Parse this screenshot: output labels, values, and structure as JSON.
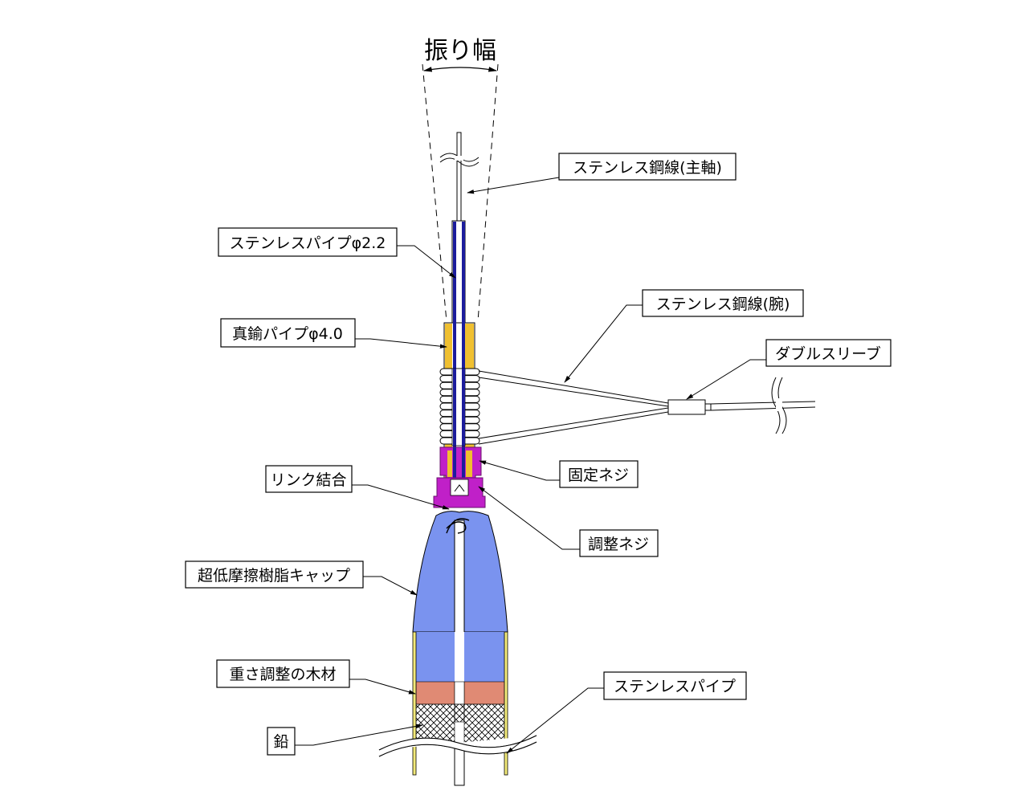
{
  "title": "振り幅",
  "labels": {
    "main_wire": "ステンレス鋼線(主軸)",
    "ss_pipe_22": "ステンレスパイプφ2.2",
    "arm_wire": "ステンレス鋼線(腕)",
    "brass_pipe": "真鍮パイプφ4.0",
    "double_sleeve": "ダブルスリーブ",
    "fixing_screw": "固定ネジ",
    "link_joint": "リンク結合",
    "adjust_screw": "調整ネジ",
    "resin_cap": "超低摩擦樹脂キャップ",
    "wood_weight": "重さ調整の木材",
    "ss_pipe": "ステンレスパイプ",
    "lead": "鉛"
  },
  "colors": {
    "inner_pipe": "#1c1c9c",
    "brass": "#f0c030",
    "screw": "#c020c8",
    "cap": "#7a93ef",
    "wood": "#e08a74",
    "outer_pipe": "#f2ea7a",
    "line": "#000000"
  }
}
